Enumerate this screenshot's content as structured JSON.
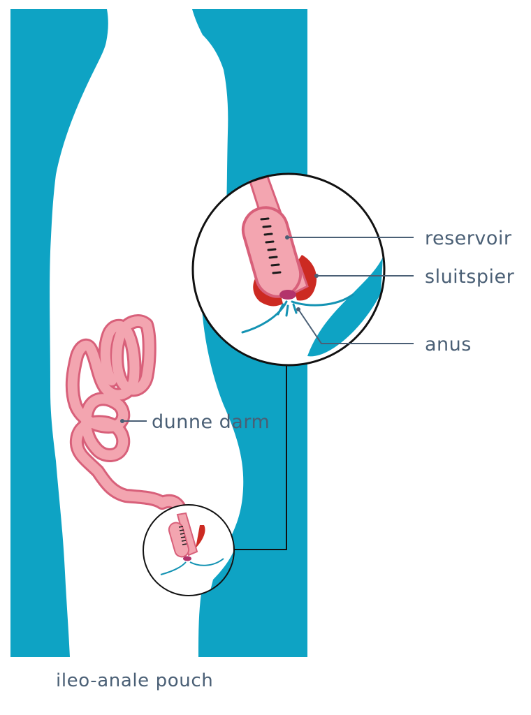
{
  "diagram": {
    "caption": "ileo-anale pouch",
    "labels": {
      "reservoir": "reservoir",
      "sluitspier": "sluitspier",
      "anus": "anus",
      "dunne_darm": "dunne darm"
    },
    "colors": {
      "background_panel": "#0ea3c4",
      "body": "#ffffff",
      "intestine_fill": "#f3a5b0",
      "intestine_outline": "#d8607a",
      "sphincter": "#cc2a22",
      "anus": "#b3336b",
      "stitches": "#1a1a1a",
      "skin_lines": "#1493b3",
      "label_text": "#4a5f75",
      "leader_line": "#4a5f75",
      "magnifier_outline": "#111111",
      "label_text_on_teal": "#ffffff"
    }
  }
}
